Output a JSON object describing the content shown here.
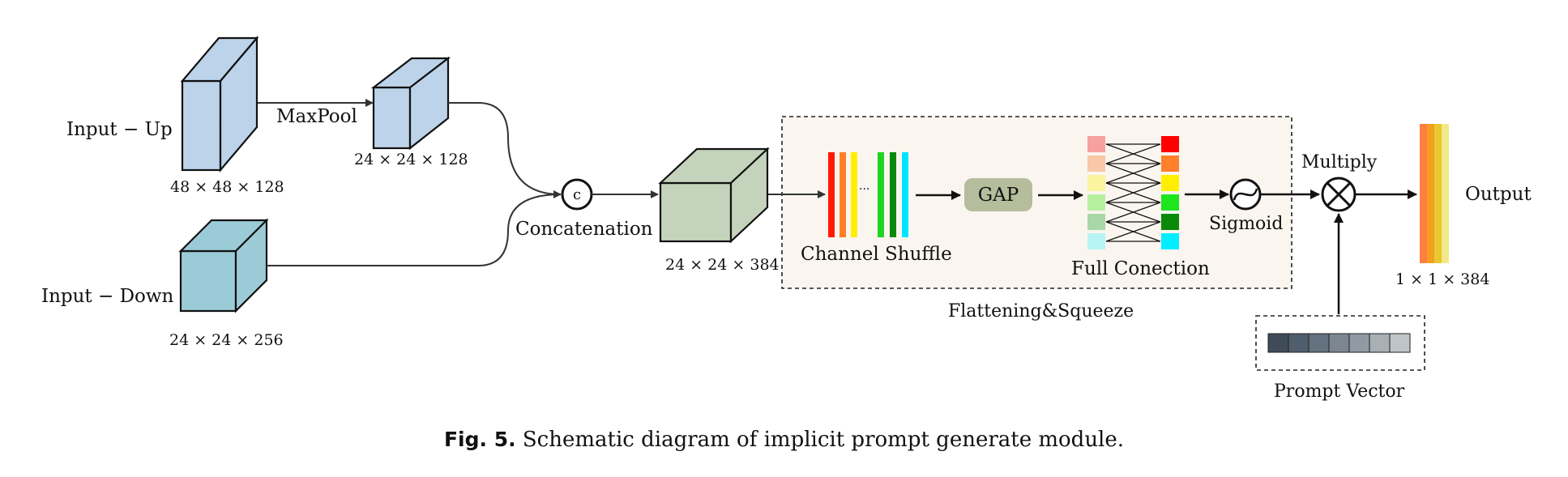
{
  "diagram": {
    "labels": {
      "input_up": "Input − Up",
      "input_down": "Input − Down",
      "maxpool": "MaxPool",
      "concatenation": "Concatenation",
      "channel_shuffle": "Channel Shuffle",
      "gap": "GAP",
      "full_connection": "Full Conection",
      "flatten_squeeze": "Flattening&Squeeze",
      "sigmoid": "Sigmoid",
      "multiply": "Multiply",
      "output": "Output",
      "prompt_vector": "Prompt Vector",
      "concat_symbol": "c",
      "ellipsis": "···"
    },
    "dims": {
      "input_up": "48 × 48 × 128",
      "maxpool_out": "24 × 24 × 128",
      "input_down": "24 × 24 × 256",
      "concat_out": "24 × 24 × 384",
      "output": "1 × 1 × 384"
    },
    "colors": {
      "input_up_box": "#bcd3ea",
      "input_down_box": "#9ccbd8",
      "concat_box": "#c4d3bb",
      "panel_bg": "#faf5ef",
      "gap_box": "#b5bd9c",
      "shuffle_bars_left": [
        "#ff1a00",
        "#ff7f27",
        "#ffee00"
      ],
      "shuffle_bars_right": [
        "#1fd41f",
        "#0a8a0a",
        "#00e5ff"
      ],
      "fc_left": [
        "#f7a0a0",
        "#f8c8a8",
        "#faf3a0",
        "#b5f0a0",
        "#a8d8a8",
        "#b8f4f4"
      ],
      "fc_right": [
        "#ff0000",
        "#ff7f2a",
        "#ffee00",
        "#1fe51f",
        "#0a8a0a",
        "#00eeff"
      ],
      "output_bars": [
        "#ff7f40",
        "#f2a020",
        "#e8c830",
        "#f2e888"
      ],
      "prompt_cells": [
        "#3f4b58",
        "#4f5e6c",
        "#64717e",
        "#7b8690",
        "#919aa2",
        "#a8afb5",
        "#bfc4c8"
      ]
    }
  },
  "caption": {
    "label": "Fig. 5.",
    "text": "Schematic diagram of implicit prompt generate module."
  }
}
